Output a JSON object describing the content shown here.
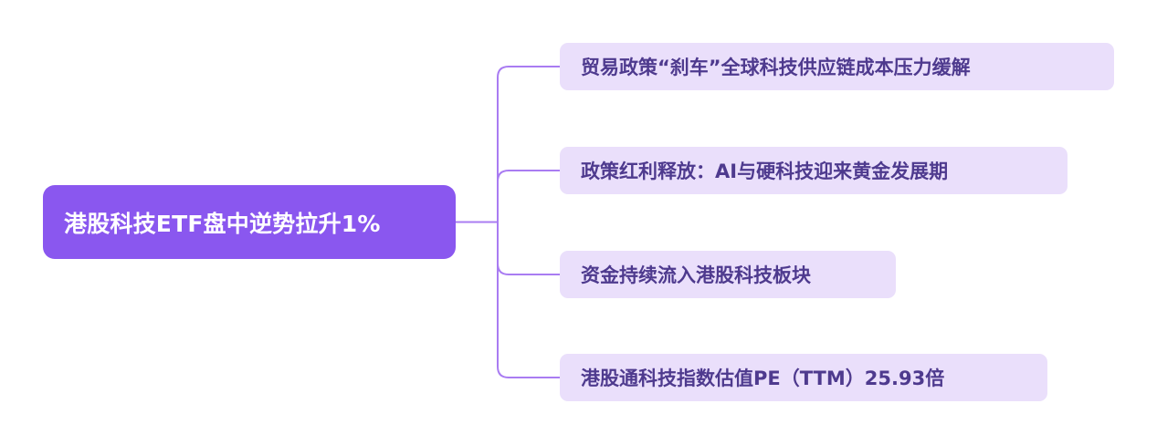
{
  "root": {
    "label": "港股科技ETF盘中逆势拉升1%"
  },
  "branches": [
    {
      "label": "贸易政策“刹车”全球科技供应链成本压力缓解"
    },
    {
      "label": "政策红利释放：AI与硬科技迎来黄金发展期"
    },
    {
      "label": "资金持续流入港股科技板块"
    },
    {
      "label": "港股通科技指数估值PE（TTM）25.93倍"
    }
  ],
  "colors": {
    "root_fill": "#8a57ef",
    "root_text": "#ffffff",
    "branch_fill": "#eadffb",
    "branch_text": "#4e3a8e",
    "connector": "#a97cf2"
  }
}
